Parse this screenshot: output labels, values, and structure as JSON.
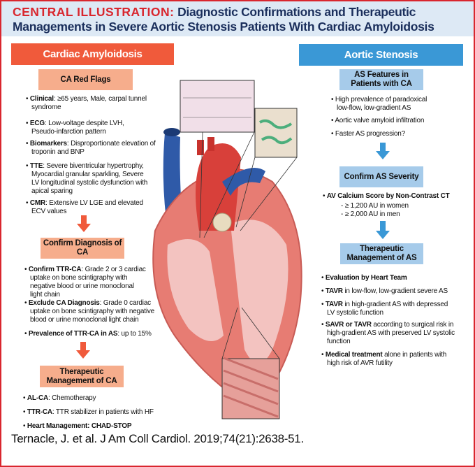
{
  "title": {
    "lead": "CENTRAL ILLUSTRATION:",
    "text": "Diagnostic Confirmations and Therapeutic Managements in Severe Aortic Stenosis Patients With Cardiac Amyloidosis"
  },
  "colors": {
    "ca_header": "#f05a3b",
    "ca_box": "#f6ad8c",
    "as_header": "#3a98d6",
    "as_box": "#a6cbea",
    "frame": "#d9262e",
    "title_band": "#dde9f5"
  },
  "left": {
    "header": "Cardiac Amyloidosis",
    "red_flags": {
      "title": "CA Red Flags",
      "items": [
        {
          "label": "Clinical",
          "text": ": ≥65 years, Male, carpal tunnel syndrome"
        },
        {
          "label": "ECG",
          "text": ": Low-voltage despite LVH, Pseudo-infarction pattern"
        },
        {
          "label": "Biomarkers",
          "text": ": Disproportionate elevation of troponin and BNP"
        },
        {
          "label": "TTE",
          "text": ": Severe biventricular hypertrophy, Myocardial granular sparkling, Severe LV longitudinal systolic dysfunction with apical sparing"
        },
        {
          "label": "CMR",
          "text": ": Extensive LV LGE and elevated ECV values"
        }
      ]
    },
    "confirm": {
      "title": "Confirm Diagnosis of CA",
      "items": [
        {
          "label": "Confirm TTR-CA",
          "text": ": Grade 2 or 3 cardiac uptake on bone scintigraphy with negative blood or urine monoclonal light chain"
        },
        {
          "label": "Exclude CA Diagnosis",
          "text": ": Grade 0 cardiac uptake on bone scintigraphy with negative blood or urine monoclonal light chain"
        },
        {
          "label": "Prevalence of TTR-CA in AS",
          "text": ": up to 15%"
        }
      ]
    },
    "therapy": {
      "title": "Therapeutic Management of CA",
      "items": [
        {
          "label": "AL-CA",
          "text": ": Chemotherapy"
        },
        {
          "label": "TTR-CA",
          "text": ": TTR stabilizer in patients with HF"
        },
        {
          "label": "Heart Management: CHAD-STOP",
          "text": ""
        }
      ]
    }
  },
  "right": {
    "header": "Aortic Stenosis",
    "features": {
      "title": "AS Features in Patients with CA",
      "items": [
        {
          "label": "",
          "text": "High prevalence of paradoxical low-flow, low-gradient AS"
        },
        {
          "label": "",
          "text": "Aortic valve amyloid infiltration"
        },
        {
          "label": "",
          "text": "Faster AS progression?"
        }
      ]
    },
    "severity": {
      "title": "Confirm AS Severity",
      "items": [
        {
          "label": "AV Calcium Score by Non-Contrast CT",
          "text": ""
        }
      ],
      "sub": [
        "- ≥ 1,200 AU in women",
        "- ≥ 2,000 AU in men"
      ]
    },
    "therapy": {
      "title": "Therapeutic Management of AS",
      "items": [
        {
          "label": "Evaluation by Heart Team",
          "text": ""
        },
        {
          "label": "TAVR",
          "text": " in low-flow, low-gradient severe AS"
        },
        {
          "label": "TAVR",
          "text": " in high-gradient AS with depressed LV systolic function"
        },
        {
          "label": "SAVR or TAVR",
          "text": " according to surgical risk in high-gradient AS with preserved LV systolic function"
        },
        {
          "label": "Medical treatment",
          "text": " alone in patients with high risk of AVR futility"
        }
      ]
    }
  },
  "citation": "Ternacle, J. et al. J Am Coll Cardiol. 2019;74(21):2638-51."
}
